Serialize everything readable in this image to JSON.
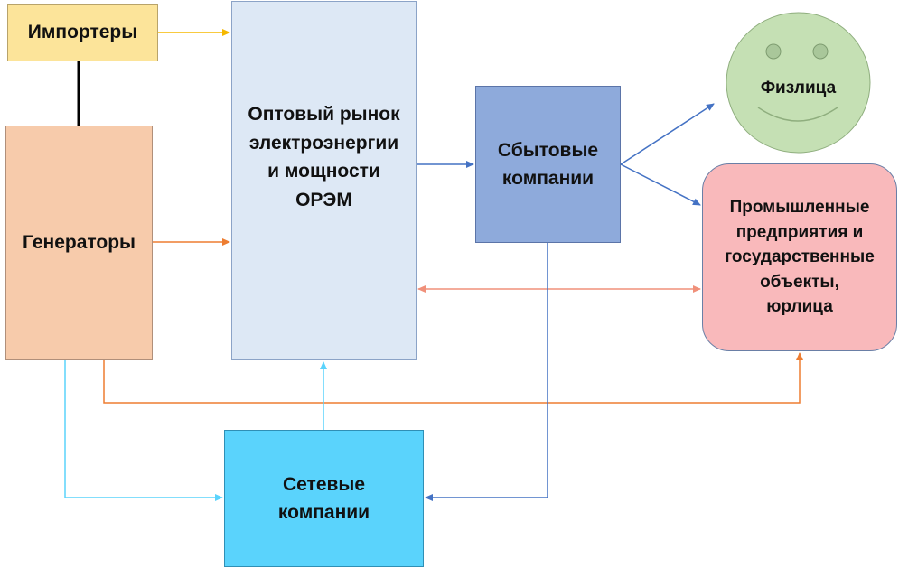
{
  "nodes": {
    "importers": "Импортеры",
    "generators": "Генераторы",
    "market": "Оптовый рынок\nэлектроэнергии\nи мощности\nОРЭМ",
    "retail": "Сбытовые\nкомпании",
    "grid": "Сетевые\nкомпании",
    "individuals": "Физлица",
    "industrial": "Промышленные\nпредприятия и\nгосударственные\nобъекты,\nюрлица"
  },
  "colors": {
    "importers_fill": "#fce49a",
    "generators_fill": "#f7cbab",
    "market_fill": "#dde8f5",
    "retail_fill": "#8eaadb",
    "grid_fill": "#5ad3fc",
    "industrial_fill": "#f9b9bb",
    "individuals_fill": "#c5e0b4",
    "arrow_yellow": "#f5b800",
    "arrow_orange": "#ed7d31",
    "arrow_blue": "#4472c4",
    "arrow_lightblue": "#5ad3fc",
    "arrow_salmon": "#f0907a",
    "connector_black": "#000000"
  }
}
